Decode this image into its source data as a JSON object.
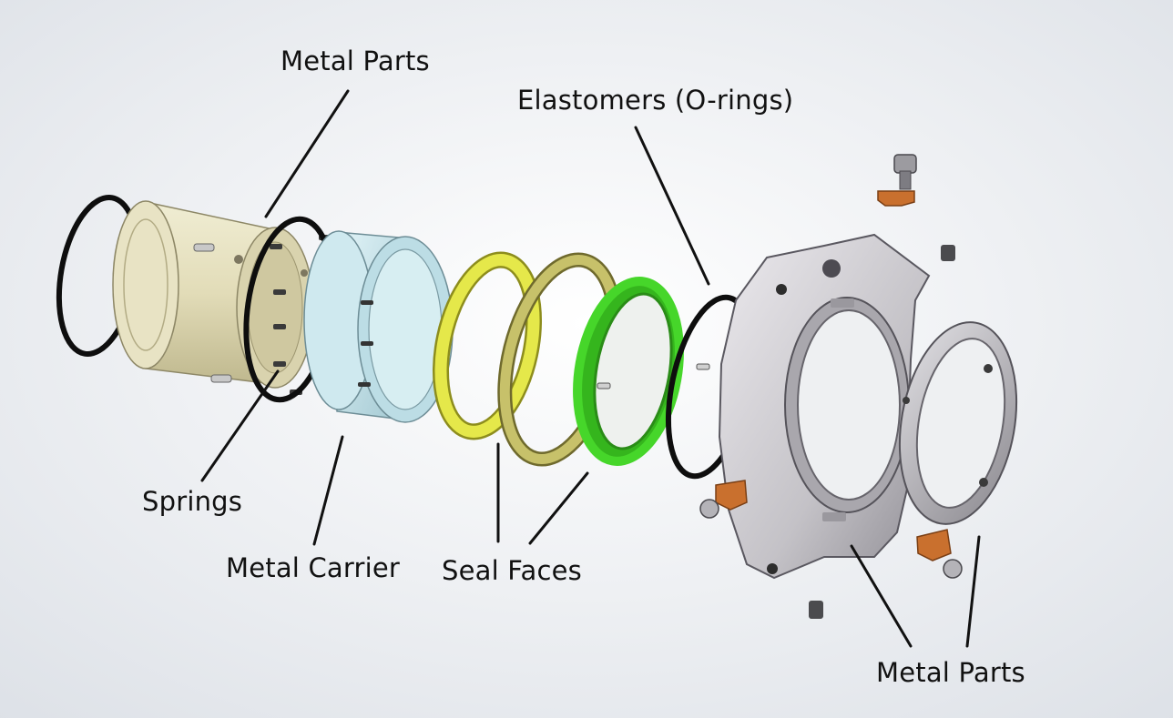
{
  "labels": {
    "metal_parts_top": "Metal Parts",
    "elastomers": "Elastomers (O-rings)",
    "springs": "Springs",
    "metal_carrier": "Metal Carrier",
    "seal_faces": "Seal Faces",
    "metal_parts_bottom": "Metal Parts"
  },
  "colors": {
    "background": "#eef0f3",
    "sleeve": "#e4e0bf",
    "carrier": "#c9e6ec",
    "yellow_face": "#e5e84a",
    "olive_face": "#c7c16a",
    "green_face": "#46d62a",
    "gland": "#c6c4c8",
    "clip": "#c9702e",
    "oring": "#0e0e0e"
  }
}
